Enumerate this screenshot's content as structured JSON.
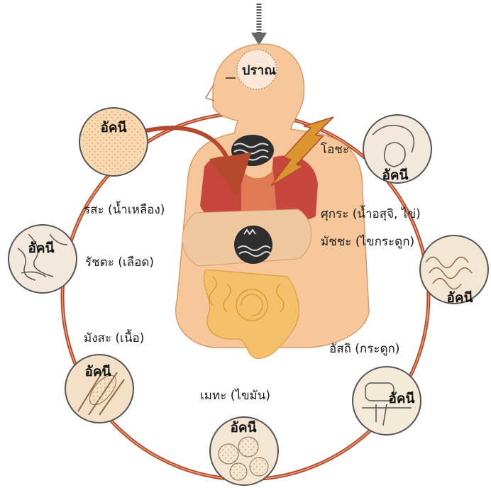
{
  "labels": {
    "prana": "ปราณ",
    "ojas": "โอชะ",
    "rasa": "รสะ (น้ำเหลือง)",
    "rakta": "รัชตะ (เลือด)",
    "mamsa": "มังสะ (เนื้อ)",
    "meda": "เมทะ (ไขมัน)",
    "asthi": "อัสถิ (กระดูก)",
    "majja": "มัชชะ (ไขกระดูก)",
    "shukra": "ศุกระ (น้ำอสุจิ, ไข่)"
  },
  "agni_label": "อัคนี",
  "colors": {
    "cycle_ring": "#b5492e",
    "skin": "#f6c79a",
    "organ_red": "#c8473d",
    "intestine": "#f4c06a",
    "stomach_fill": "#f0c8a0"
  }
}
